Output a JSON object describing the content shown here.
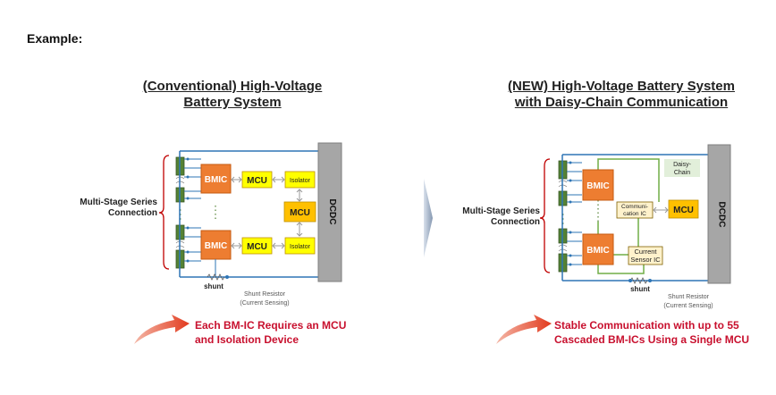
{
  "heading": "Example:",
  "left": {
    "title_line1": "(Conventional) High-Voltage",
    "title_line2": "Battery System",
    "series_label_line1": "Multi-Stage Series",
    "series_label_line2": "Connection",
    "bmic": "BMIC",
    "mcu": "MCU",
    "isolator": "Isolator",
    "dcdc": "DCDC",
    "shunt": "shunt",
    "shunt_resistor_line1": "Shunt Resistor",
    "shunt_resistor_line2": "(Current Sensing)",
    "caption_line1": "Each BM-IC Requires an MCU",
    "caption_line2": "and Isolation Device"
  },
  "right": {
    "title_line1": "(NEW) High-Voltage Battery System",
    "title_line2": "with Daisy-Chain Communication",
    "series_label_line1": "Multi-Stage Series",
    "series_label_line2": "Connection",
    "bmic": "BMIC",
    "mcu": "MCU",
    "comm_ic_line1": "Communi-",
    "comm_ic_line2": "cation IC",
    "current_sensor_line1": "Current",
    "current_sensor_line2": "Sensor IC",
    "daisy_line1": "Daisy-",
    "daisy_line2": "Chain",
    "dcdc": "DCDC",
    "shunt": "shunt",
    "shunt_resistor_line1": "Shunt Resistor",
    "shunt_resistor_line2": "(Current Sensing)",
    "caption_line1": "Stable Communication with up to 55",
    "caption_line2": "Cascaded BM-ICs Using a Single MCU"
  },
  "colors": {
    "bmic": "#ed7d31",
    "mcu": "#ffff00",
    "mcu_center": "#ffc000",
    "dcdc": "#a6a6a6",
    "wire": "#2e75b6",
    "green_wire": "#70ad47",
    "caption": "#c8102e",
    "arrow_big": "#8497b0"
  }
}
